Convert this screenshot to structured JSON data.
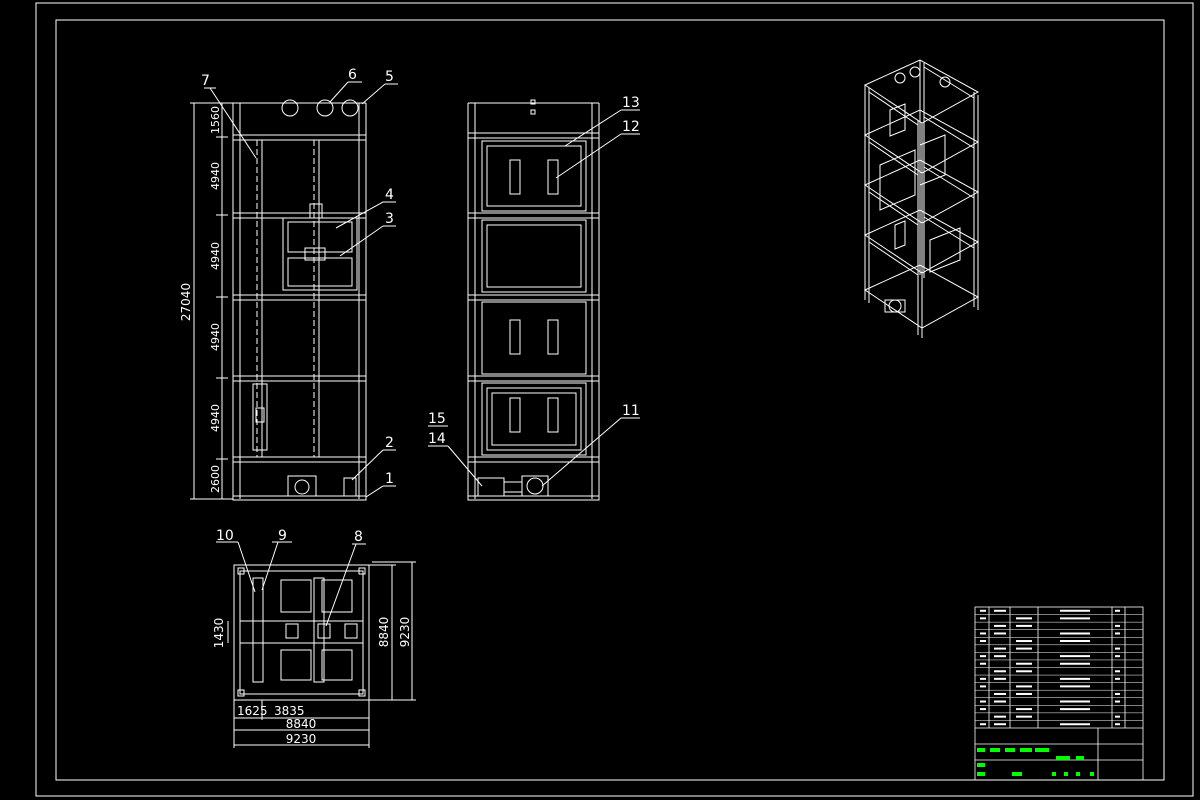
{
  "front_view": {
    "total_height": "27040",
    "dims": [
      "1560",
      "4940",
      "4940",
      "4940",
      "4940",
      "2600"
    ],
    "callouts": [
      "7",
      "6",
      "5",
      "4",
      "3",
      "2",
      "1"
    ]
  },
  "side_view": {
    "callouts": [
      "13",
      "12",
      "15",
      "14",
      "11"
    ]
  },
  "plan_view": {
    "callouts": [
      "10",
      "9",
      "8"
    ],
    "dim_left": "1430",
    "dim_right_inner": "8840",
    "dim_right_outer": "9230",
    "dim_bottom_a": "1625",
    "dim_bottom_b": "3835",
    "dim_bottom_inner": "8840",
    "dim_bottom_outer": "9230"
  },
  "colors": {
    "background": "#000000",
    "line": "#ffffff",
    "highlight": "#00ff00"
  }
}
